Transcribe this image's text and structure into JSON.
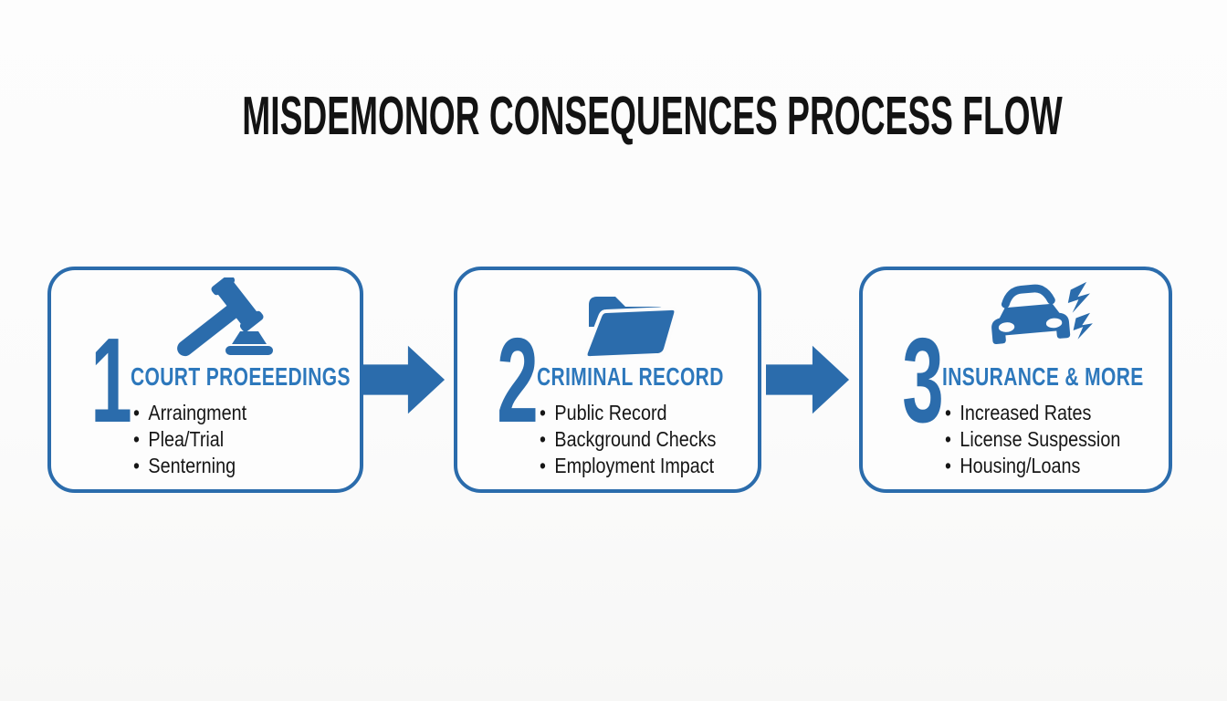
{
  "title": "MISDEMONOR CONSEQUENCES PROCESS FLOW",
  "colors": {
    "accent_blue": "#2b6cac",
    "heading_blue": "#2d78bc",
    "text_black": "#161616",
    "background": "#fcfcfc"
  },
  "steps": [
    {
      "number": "1",
      "icon": "gavel-icon",
      "heading": "COURT PROEEEDINGS",
      "bullets": [
        "Arraingment",
        "Plea/Trial",
        "Senterning"
      ]
    },
    {
      "number": "2",
      "icon": "folder-icon",
      "heading": "CRIMINAL RECORD",
      "bullets": [
        "Public Record",
        "Background Checks",
        "Employment Impact"
      ]
    },
    {
      "number": "3",
      "icon": "car-crash-icon",
      "heading": "INSURANCE & MORE",
      "bullets": [
        "Increased Rates",
        "License Suspession",
        "Housing/Loans"
      ]
    }
  ],
  "arrows": [
    {
      "icon": "arrow-right-icon",
      "from": "1",
      "to": "2"
    },
    {
      "icon": "arrow-right-icon",
      "from": "2",
      "to": "3"
    }
  ]
}
